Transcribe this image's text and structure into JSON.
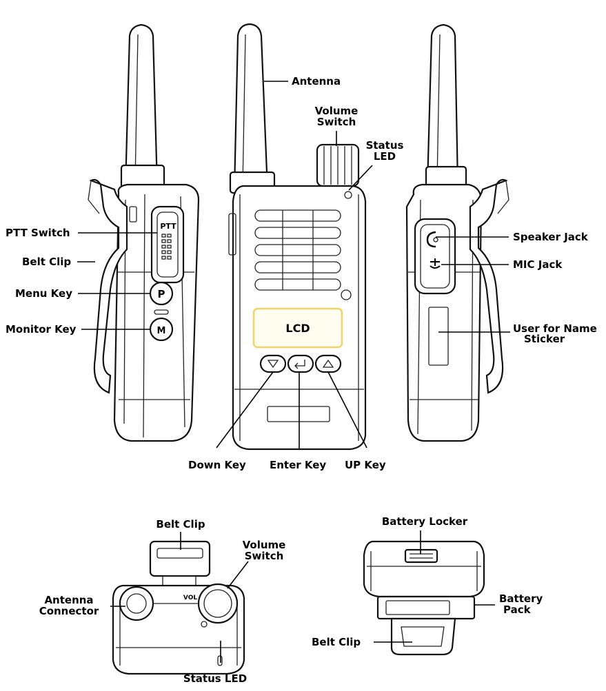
{
  "labels": {
    "antenna": "Antenna",
    "volume_switch_line1": "Volume",
    "volume_switch_line2": "Switch",
    "status_led_line1": "Status",
    "status_led_line2": "LED",
    "ptt_switch": "PTT Switch",
    "belt_clip": "Belt Clip",
    "menu_key": "Menu Key",
    "monitor_key": "Monitor Key",
    "speaker_jack": "Speaker Jack",
    "mic_jack": "MIC Jack",
    "user_name_sticker_line1": "User for Name",
    "user_name_sticker_line2": "Sticker",
    "down_key": "Down Key",
    "enter_key": "Enter Key",
    "up_key": "UP Key",
    "lcd": "LCD",
    "ptt_marking": "PTT",
    "top_belt_clip": "Belt Clip",
    "top_volume_line1": "Volume",
    "top_volume_line2": "Switch",
    "antenna_connector_line1": "Antenna",
    "antenna_connector_line2": "Connector",
    "vol_marking": "VOL",
    "top_status_led": "Status LED",
    "battery_locker": "Battery Locker",
    "battery_pack_line1": "Battery",
    "battery_pack_line2": "Pack",
    "bottom_belt_clip": "Belt Clip"
  },
  "colors": {
    "line": "#000000",
    "lcd_border": "#f0d36a"
  }
}
